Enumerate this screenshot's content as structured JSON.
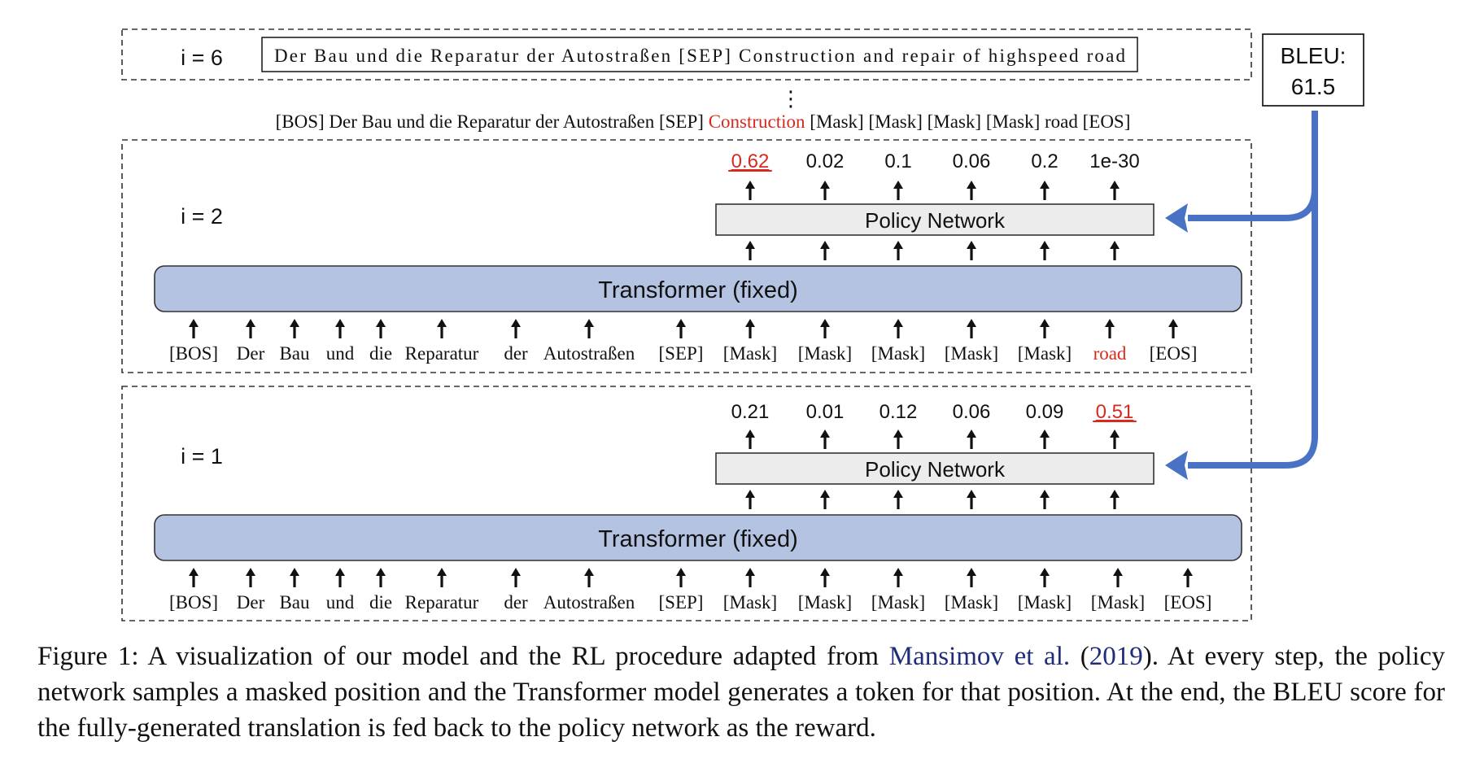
{
  "top_step": {
    "label": "i = 6",
    "sequence": "Der Bau und die Reparatur der Autostraßen [SEP] Construction and repair of highspeed road"
  },
  "bleu": {
    "label": "BLEU:",
    "value": "61.5"
  },
  "ellipsis": "⋮",
  "intermediate_sequence": {
    "prefix": "[BOS] Der Bau und die Reparatur der Autostraßen [SEP]",
    "highlight": "Construction",
    "suffix": "[Mask] [Mask] [Mask] [Mask] road [EOS]"
  },
  "steps": [
    {
      "label": "i = 2",
      "policy_label": "Policy Network",
      "transformer_label": "Transformer (fixed)",
      "probs": [
        "0.62",
        "0.02",
        "0.1",
        "0.06",
        "0.2",
        "1e-30"
      ],
      "selected_index": 0,
      "tokens": [
        "[BOS]",
        "Der",
        "Bau",
        "und",
        "die",
        "Reparatur",
        "der",
        "Autostraßen",
        "[SEP]",
        "[Mask]",
        "[Mask]",
        "[Mask]",
        "[Mask]",
        "[Mask]",
        "road",
        "[EOS]"
      ],
      "highlight_token_index": 14
    },
    {
      "label": "i = 1",
      "policy_label": "Policy Network",
      "transformer_label": "Transformer (fixed)",
      "probs": [
        "0.21",
        "0.01",
        "0.12",
        "0.06",
        "0.09",
        "0.51"
      ],
      "selected_index": 5,
      "tokens": [
        "[BOS]",
        "Der",
        "Bau",
        "und",
        "die",
        "Reparatur",
        "der",
        "Autostraßen",
        "[SEP]",
        "[Mask]",
        "[Mask]",
        "[Mask]",
        "[Mask]",
        "[Mask]",
        "[Mask]",
        "[EOS]"
      ],
      "highlight_token_index": -1
    }
  ],
  "caption": {
    "part1": "Figure 1: A visualization of our model and the RL procedure adapted from ",
    "cite_author": "Mansimov et al.",
    "paren_open": " (",
    "cite_year": "2019",
    "part2": "). At every step, the policy network samples a masked position and the Transformer model generates a token for that position. At the end, the BLEU score for the fully-generated translation is fed back to the policy network as the reward."
  },
  "colors": {
    "highlight": "#d62a1e",
    "transformer_fill": "#b4c3e2",
    "policy_fill": "#ececec",
    "feedback_arrow": "#4a72c4",
    "citation": "#1f2d7a"
  }
}
